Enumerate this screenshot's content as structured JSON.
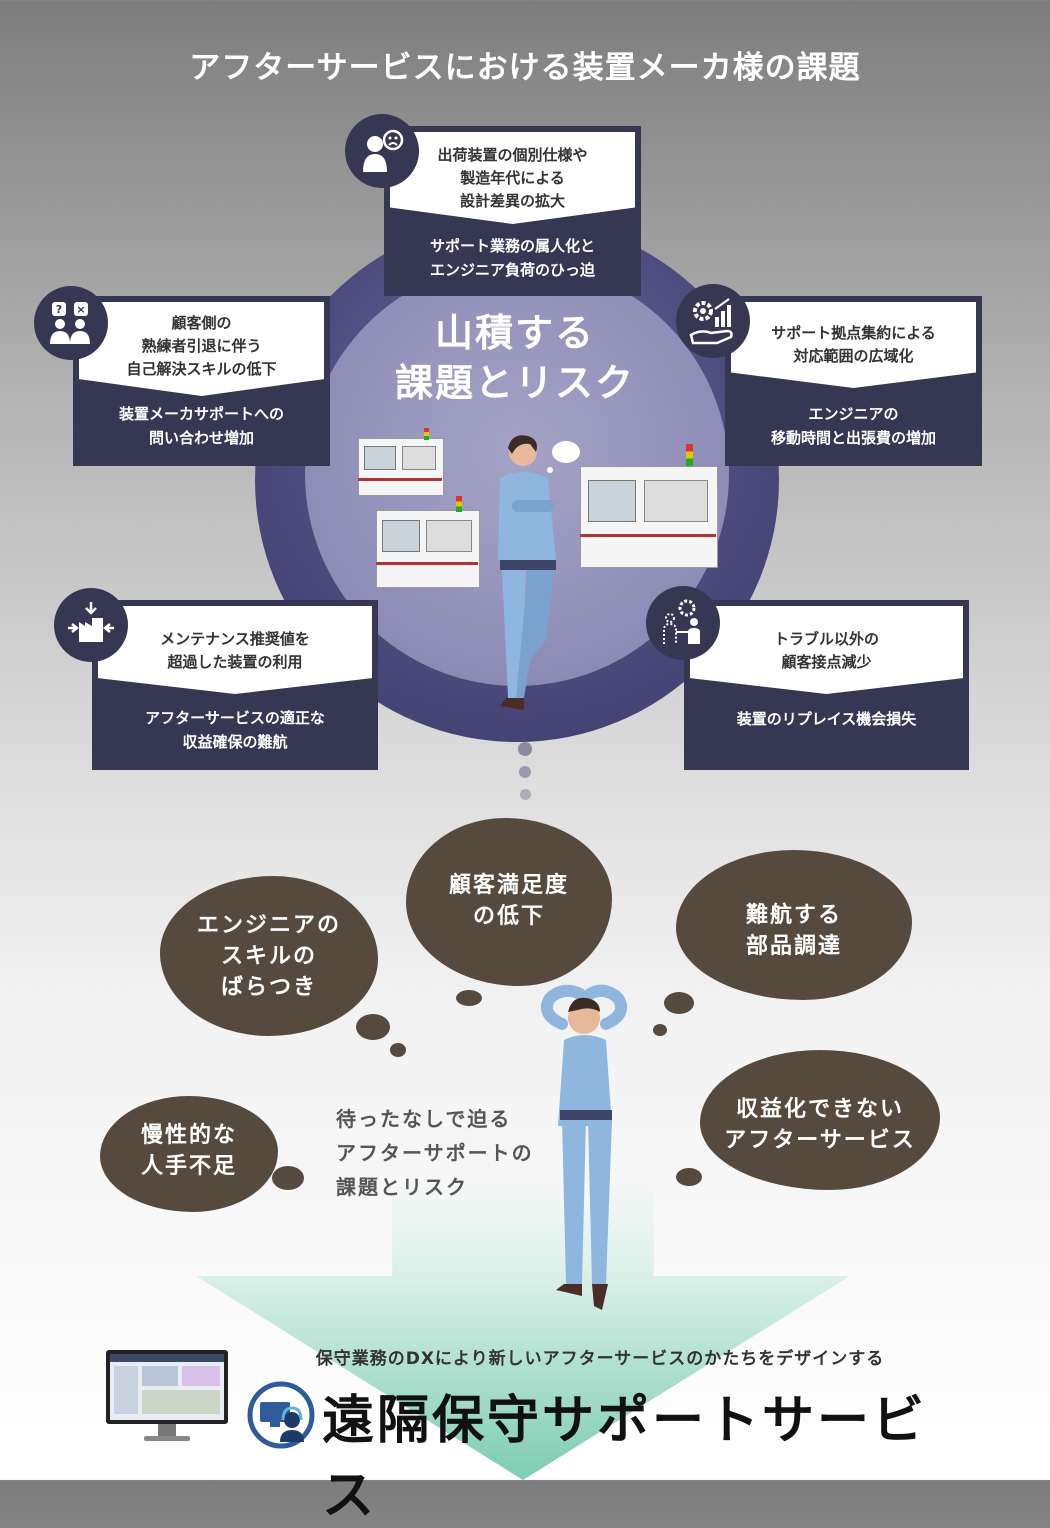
{
  "title": "アフターサービスにおける装置メーカ様の課題",
  "center": {
    "line1": "山積する",
    "line2": "課題とリスク"
  },
  "cards": [
    {
      "top": [
        "出荷装置の個別仕様や",
        "製造年代による",
        "設計差異の拡大"
      ],
      "bottom": [
        "サポート業務の属人化と",
        "エンジニア負荷のひっ迫"
      ],
      "icon": "worried-engineer-icon"
    },
    {
      "top": [
        "顧客側の",
        "熟練者引退に伴う",
        "自己解決スキルの低下"
      ],
      "bottom": [
        "装置メーカサポートへの",
        "問い合わせ増加"
      ],
      "icon": "confused-people-icon"
    },
    {
      "top": [
        "サポート拠点集約による",
        "対応範囲の広域化"
      ],
      "bottom": [
        "エンジニアの",
        "移動時間と出張費の増加"
      ],
      "icon": "gear-growth-hand-icon"
    },
    {
      "top": [
        "メンテナンス推奨値を",
        "超過した装置の利用"
      ],
      "bottom": [
        "アフターサービスの適正な",
        "収益確保の難航"
      ],
      "icon": "factory-arrows-icon"
    },
    {
      "top": [
        "トラブル以外の",
        "顧客接点減少"
      ],
      "bottom": [
        "装置のリプレイス機会損失"
      ],
      "icon": "people-gear-icon"
    }
  ],
  "bubbles": [
    [
      "顧客満足度",
      "の低下"
    ],
    [
      "エンジニアの",
      "スキルの",
      "ばらつき"
    ],
    [
      "難航する",
      "部品調達"
    ],
    [
      "慢性的な",
      "人手不足"
    ],
    [
      "収益化できない",
      "アフターサービス"
    ]
  ],
  "center_text": [
    "待ったなしで迫る",
    "アフターサポートの",
    "課題とリスク"
  ],
  "tagline": "保守業務のDXにより新しいアフターサービスのかたちをデザインする",
  "brand": "遠隔保守サポートサービス",
  "colors": {
    "card": "#363752",
    "bubble": "#564a3f",
    "circle": "#4c4b7d",
    "arrow": "#7ccdb1"
  }
}
